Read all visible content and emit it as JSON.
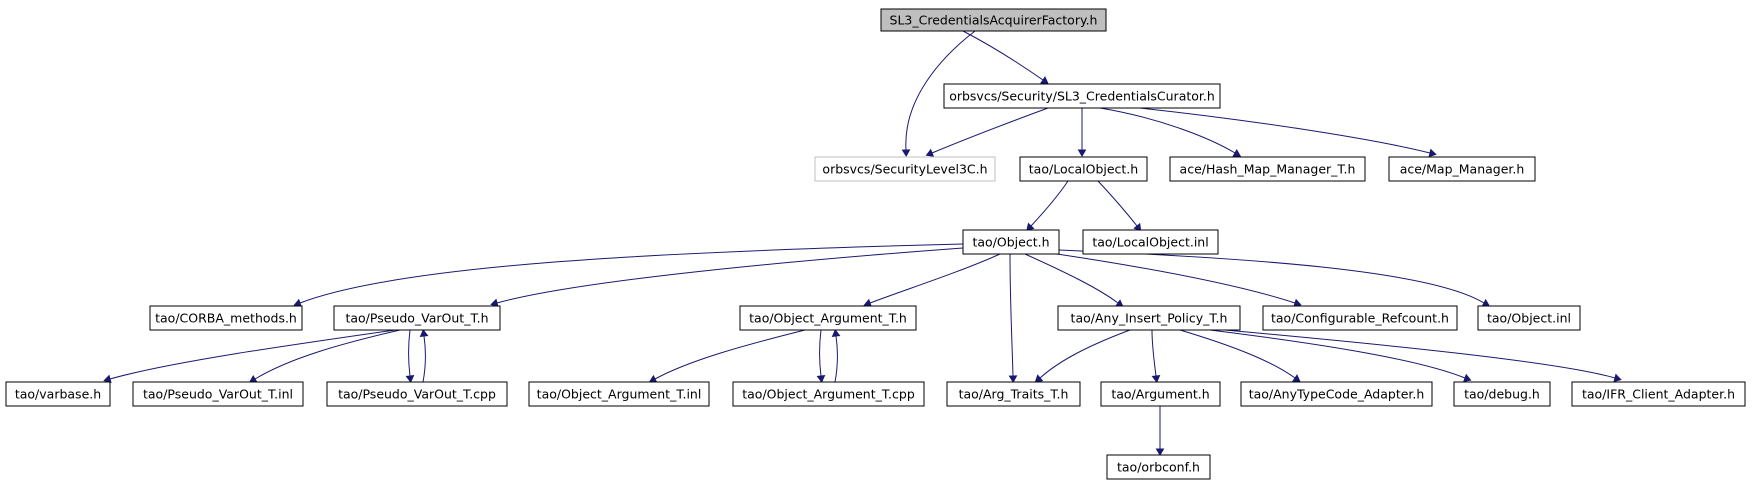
{
  "diagram": {
    "nodes": [
      {
        "id": "n0",
        "label": "SL3_CredentialsAcquirerFactory.h",
        "style": "root"
      },
      {
        "id": "n1",
        "label": "orbsvcs/Security/SL3_CredentialsCurator.h"
      },
      {
        "id": "n2",
        "label": "orbsvcs/SecurityLevel3C.h",
        "style": "gray"
      },
      {
        "id": "n3",
        "label": "tao/LocalObject.h"
      },
      {
        "id": "n4",
        "label": "ace/Hash_Map_Manager_T.h"
      },
      {
        "id": "n5",
        "label": "ace/Map_Manager.h"
      },
      {
        "id": "n6",
        "label": "tao/Object.h"
      },
      {
        "id": "n7",
        "label": "tao/LocalObject.inl"
      },
      {
        "id": "n8",
        "label": "tao/CORBA_methods.h"
      },
      {
        "id": "n9",
        "label": "tao/Pseudo_VarOut_T.h"
      },
      {
        "id": "n10",
        "label": "tao/Object_Argument_T.h"
      },
      {
        "id": "n11",
        "label": "tao/Any_Insert_Policy_T.h"
      },
      {
        "id": "n12",
        "label": "tao/Configurable_Refcount.h"
      },
      {
        "id": "n13",
        "label": "tao/Object.inl"
      },
      {
        "id": "n14",
        "label": "tao/varbase.h"
      },
      {
        "id": "n15",
        "label": "tao/Pseudo_VarOut_T.inl"
      },
      {
        "id": "n16",
        "label": "tao/Pseudo_VarOut_T.cpp"
      },
      {
        "id": "n17",
        "label": "tao/Object_Argument_T.inl"
      },
      {
        "id": "n18",
        "label": "tao/Object_Argument_T.cpp"
      },
      {
        "id": "n19",
        "label": "tao/Arg_Traits_T.h"
      },
      {
        "id": "n20",
        "label": "tao/Argument.h"
      },
      {
        "id": "n21",
        "label": "tao/AnyTypeCode_Adapter.h"
      },
      {
        "id": "n22",
        "label": "tao/debug.h"
      },
      {
        "id": "n23",
        "label": "tao/IFR_Client_Adapter.h"
      },
      {
        "id": "n24",
        "label": "tao/orbconf.h"
      }
    ],
    "edges": [
      {
        "from": "n0",
        "to": "n1"
      },
      {
        "from": "n0",
        "to": "n2"
      },
      {
        "from": "n1",
        "to": "n2"
      },
      {
        "from": "n1",
        "to": "n3"
      },
      {
        "from": "n1",
        "to": "n4"
      },
      {
        "from": "n1",
        "to": "n5"
      },
      {
        "from": "n3",
        "to": "n6"
      },
      {
        "from": "n3",
        "to": "n7"
      },
      {
        "from": "n6",
        "to": "n8"
      },
      {
        "from": "n6",
        "to": "n9"
      },
      {
        "from": "n6",
        "to": "n10"
      },
      {
        "from": "n6",
        "to": "n19"
      },
      {
        "from": "n6",
        "to": "n11"
      },
      {
        "from": "n6",
        "to": "n12"
      },
      {
        "from": "n6",
        "to": "n13"
      },
      {
        "from": "n9",
        "to": "n14"
      },
      {
        "from": "n9",
        "to": "n15"
      },
      {
        "from": "n9",
        "to": "n16"
      },
      {
        "from": "n16",
        "to": "n9"
      },
      {
        "from": "n10",
        "to": "n17"
      },
      {
        "from": "n10",
        "to": "n18"
      },
      {
        "from": "n18",
        "to": "n10"
      },
      {
        "from": "n11",
        "to": "n19"
      },
      {
        "from": "n11",
        "to": "n20"
      },
      {
        "from": "n11",
        "to": "n21"
      },
      {
        "from": "n11",
        "to": "n22"
      },
      {
        "from": "n11",
        "to": "n23"
      },
      {
        "from": "n20",
        "to": "n24"
      }
    ]
  }
}
